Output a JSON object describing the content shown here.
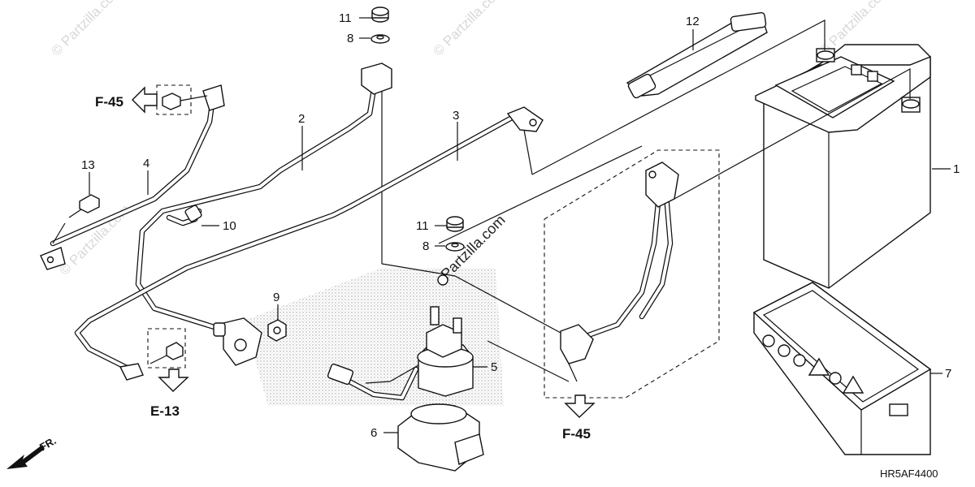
{
  "callouts": {
    "p1": "1",
    "p2": "2",
    "p3": "3",
    "p4": "4",
    "p5": "5",
    "p6": "6",
    "p7": "7",
    "p8a": "8",
    "p8b": "8",
    "p9": "9",
    "p10": "10",
    "p11a": "11",
    "p11b": "11",
    "p12": "12",
    "p13": "13"
  },
  "references": {
    "f45_top": "F-45",
    "f45_bottom": "F-45",
    "e13": "E-13"
  },
  "front_marker": "FR.",
  "diagram_code": "HR5AF4400",
  "watermarks": {
    "copyright": "© Partzilla.com",
    "center": "Partzilla.com"
  }
}
